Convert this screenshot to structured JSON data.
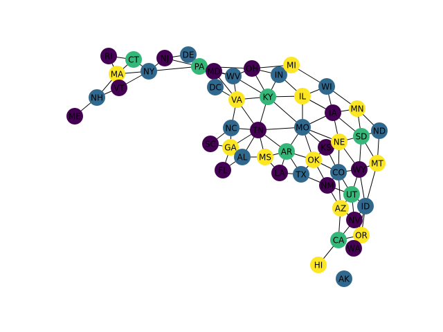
{
  "graph": {
    "palette": {
      "purple": "#440154",
      "blue": "#31688e",
      "green": "#35b779",
      "yellow": "#fde725"
    },
    "nodes": [
      {
        "id": "RI",
        "color": "purple"
      },
      {
        "id": "CT",
        "color": "green"
      },
      {
        "id": "NJ",
        "color": "purple"
      },
      {
        "id": "DE",
        "color": "blue"
      },
      {
        "id": "PA",
        "color": "green"
      },
      {
        "id": "MA",
        "color": "yellow"
      },
      {
        "id": "NY",
        "color": "blue"
      },
      {
        "id": "VT",
        "color": "purple"
      },
      {
        "id": "NH",
        "color": "blue"
      },
      {
        "id": "ME",
        "color": "purple"
      },
      {
        "id": "MD",
        "color": "purple"
      },
      {
        "id": "DC",
        "color": "blue"
      },
      {
        "id": "WV",
        "color": "blue"
      },
      {
        "id": "OH",
        "color": "purple"
      },
      {
        "id": "IN",
        "color": "blue"
      },
      {
        "id": "MI",
        "color": "yellow"
      },
      {
        "id": "VA",
        "color": "yellow"
      },
      {
        "id": "KY",
        "color": "green"
      },
      {
        "id": "IL",
        "color": "yellow"
      },
      {
        "id": "WI",
        "color": "blue"
      },
      {
        "id": "IA",
        "color": "purple"
      },
      {
        "id": "MN",
        "color": "yellow"
      },
      {
        "id": "SD",
        "color": "green"
      },
      {
        "id": "ND",
        "color": "blue"
      },
      {
        "id": "NC",
        "color": "blue"
      },
      {
        "id": "TN",
        "color": "purple"
      },
      {
        "id": "MO",
        "color": "blue"
      },
      {
        "id": "KS",
        "color": "purple"
      },
      {
        "id": "NE",
        "color": "yellow"
      },
      {
        "id": "SC",
        "color": "purple"
      },
      {
        "id": "GA",
        "color": "yellow"
      },
      {
        "id": "AL",
        "color": "blue"
      },
      {
        "id": "MS",
        "color": "yellow"
      },
      {
        "id": "AR",
        "color": "green"
      },
      {
        "id": "OK",
        "color": "yellow"
      },
      {
        "id": "FL",
        "color": "purple"
      },
      {
        "id": "LA",
        "color": "purple"
      },
      {
        "id": "TX",
        "color": "blue"
      },
      {
        "id": "CO",
        "color": "blue"
      },
      {
        "id": "WY",
        "color": "purple"
      },
      {
        "id": "MT",
        "color": "yellow"
      },
      {
        "id": "NM",
        "color": "purple"
      },
      {
        "id": "UT",
        "color": "green"
      },
      {
        "id": "ID",
        "color": "blue"
      },
      {
        "id": "AZ",
        "color": "yellow"
      },
      {
        "id": "NV",
        "color": "purple"
      },
      {
        "id": "OR",
        "color": "yellow"
      },
      {
        "id": "CA",
        "color": "green"
      },
      {
        "id": "WA",
        "color": "purple"
      },
      {
        "id": "HI",
        "color": "yellow"
      },
      {
        "id": "AK",
        "color": "blue"
      }
    ],
    "edges": [
      [
        "RI",
        "MA"
      ],
      [
        "RI",
        "CT"
      ],
      [
        "CT",
        "MA"
      ],
      [
        "CT",
        "NY"
      ],
      [
        "MA",
        "NY"
      ],
      [
        "MA",
        "VT"
      ],
      [
        "MA",
        "NH"
      ],
      [
        "NY",
        "VT"
      ],
      [
        "NY",
        "NJ"
      ],
      [
        "NY",
        "PA"
      ],
      [
        "NJ",
        "PA"
      ],
      [
        "NJ",
        "DE"
      ],
      [
        "DE",
        "PA"
      ],
      [
        "DE",
        "MD"
      ],
      [
        "NH",
        "VT"
      ],
      [
        "NH",
        "ME"
      ],
      [
        "PA",
        "MD"
      ],
      [
        "PA",
        "WV"
      ],
      [
        "PA",
        "OH"
      ],
      [
        "MD",
        "WV"
      ],
      [
        "MD",
        "DC"
      ],
      [
        "MD",
        "VA"
      ],
      [
        "DC",
        "VA"
      ],
      [
        "WV",
        "VA"
      ],
      [
        "WV",
        "KY"
      ],
      [
        "WV",
        "OH"
      ],
      [
        "OH",
        "IN"
      ],
      [
        "OH",
        "MI"
      ],
      [
        "OH",
        "KY"
      ],
      [
        "IN",
        "MI"
      ],
      [
        "IN",
        "KY"
      ],
      [
        "IN",
        "IL"
      ],
      [
        "MI",
        "WI"
      ],
      [
        "VA",
        "KY"
      ],
      [
        "VA",
        "NC"
      ],
      [
        "VA",
        "TN"
      ],
      [
        "KY",
        "TN"
      ],
      [
        "KY",
        "IL"
      ],
      [
        "KY",
        "MO"
      ],
      [
        "IL",
        "WI"
      ],
      [
        "IL",
        "IA"
      ],
      [
        "IL",
        "MO"
      ],
      [
        "WI",
        "IA"
      ],
      [
        "WI",
        "MN"
      ],
      [
        "IA",
        "MN"
      ],
      [
        "IA",
        "SD"
      ],
      [
        "IA",
        "NE"
      ],
      [
        "IA",
        "MO"
      ],
      [
        "MN",
        "SD"
      ],
      [
        "MN",
        "ND"
      ],
      [
        "SD",
        "ND"
      ],
      [
        "SD",
        "NE"
      ],
      [
        "SD",
        "WY"
      ],
      [
        "SD",
        "MT"
      ],
      [
        "ND",
        "MT"
      ],
      [
        "NC",
        "TN"
      ],
      [
        "NC",
        "GA"
      ],
      [
        "NC",
        "SC"
      ],
      [
        "TN",
        "GA"
      ],
      [
        "TN",
        "AL"
      ],
      [
        "TN",
        "MS"
      ],
      [
        "TN",
        "AR"
      ],
      [
        "TN",
        "MO"
      ],
      [
        "MO",
        "AR"
      ],
      [
        "MO",
        "OK"
      ],
      [
        "MO",
        "KS"
      ],
      [
        "MO",
        "NE"
      ],
      [
        "KS",
        "NE"
      ],
      [
        "KS",
        "OK"
      ],
      [
        "KS",
        "CO"
      ],
      [
        "NE",
        "CO"
      ],
      [
        "NE",
        "WY"
      ],
      [
        "SC",
        "GA"
      ],
      [
        "GA",
        "AL"
      ],
      [
        "GA",
        "FL"
      ],
      [
        "AL",
        "FL"
      ],
      [
        "AL",
        "MS"
      ],
      [
        "MS",
        "AR"
      ],
      [
        "MS",
        "LA"
      ],
      [
        "AR",
        "LA"
      ],
      [
        "AR",
        "TX"
      ],
      [
        "AR",
        "OK"
      ],
      [
        "OK",
        "TX"
      ],
      [
        "OK",
        "CO"
      ],
      [
        "OK",
        "NM"
      ],
      [
        "LA",
        "TX"
      ],
      [
        "TX",
        "NM"
      ],
      [
        "CO",
        "WY"
      ],
      [
        "CO",
        "UT"
      ],
      [
        "CO",
        "NM"
      ],
      [
        "CO",
        "AZ"
      ],
      [
        "WY",
        "MT"
      ],
      [
        "WY",
        "UT"
      ],
      [
        "WY",
        "ID"
      ],
      [
        "MT",
        "ID"
      ],
      [
        "NM",
        "UT"
      ],
      [
        "NM",
        "AZ"
      ],
      [
        "UT",
        "ID"
      ],
      [
        "UT",
        "AZ"
      ],
      [
        "UT",
        "NV"
      ],
      [
        "ID",
        "NV"
      ],
      [
        "ID",
        "OR"
      ],
      [
        "ID",
        "WA"
      ],
      [
        "AZ",
        "NV"
      ],
      [
        "AZ",
        "CA"
      ],
      [
        "NV",
        "OR"
      ],
      [
        "NV",
        "CA"
      ],
      [
        "OR",
        "CA"
      ],
      [
        "OR",
        "WA"
      ],
      [
        "CA",
        "HI"
      ]
    ]
  }
}
